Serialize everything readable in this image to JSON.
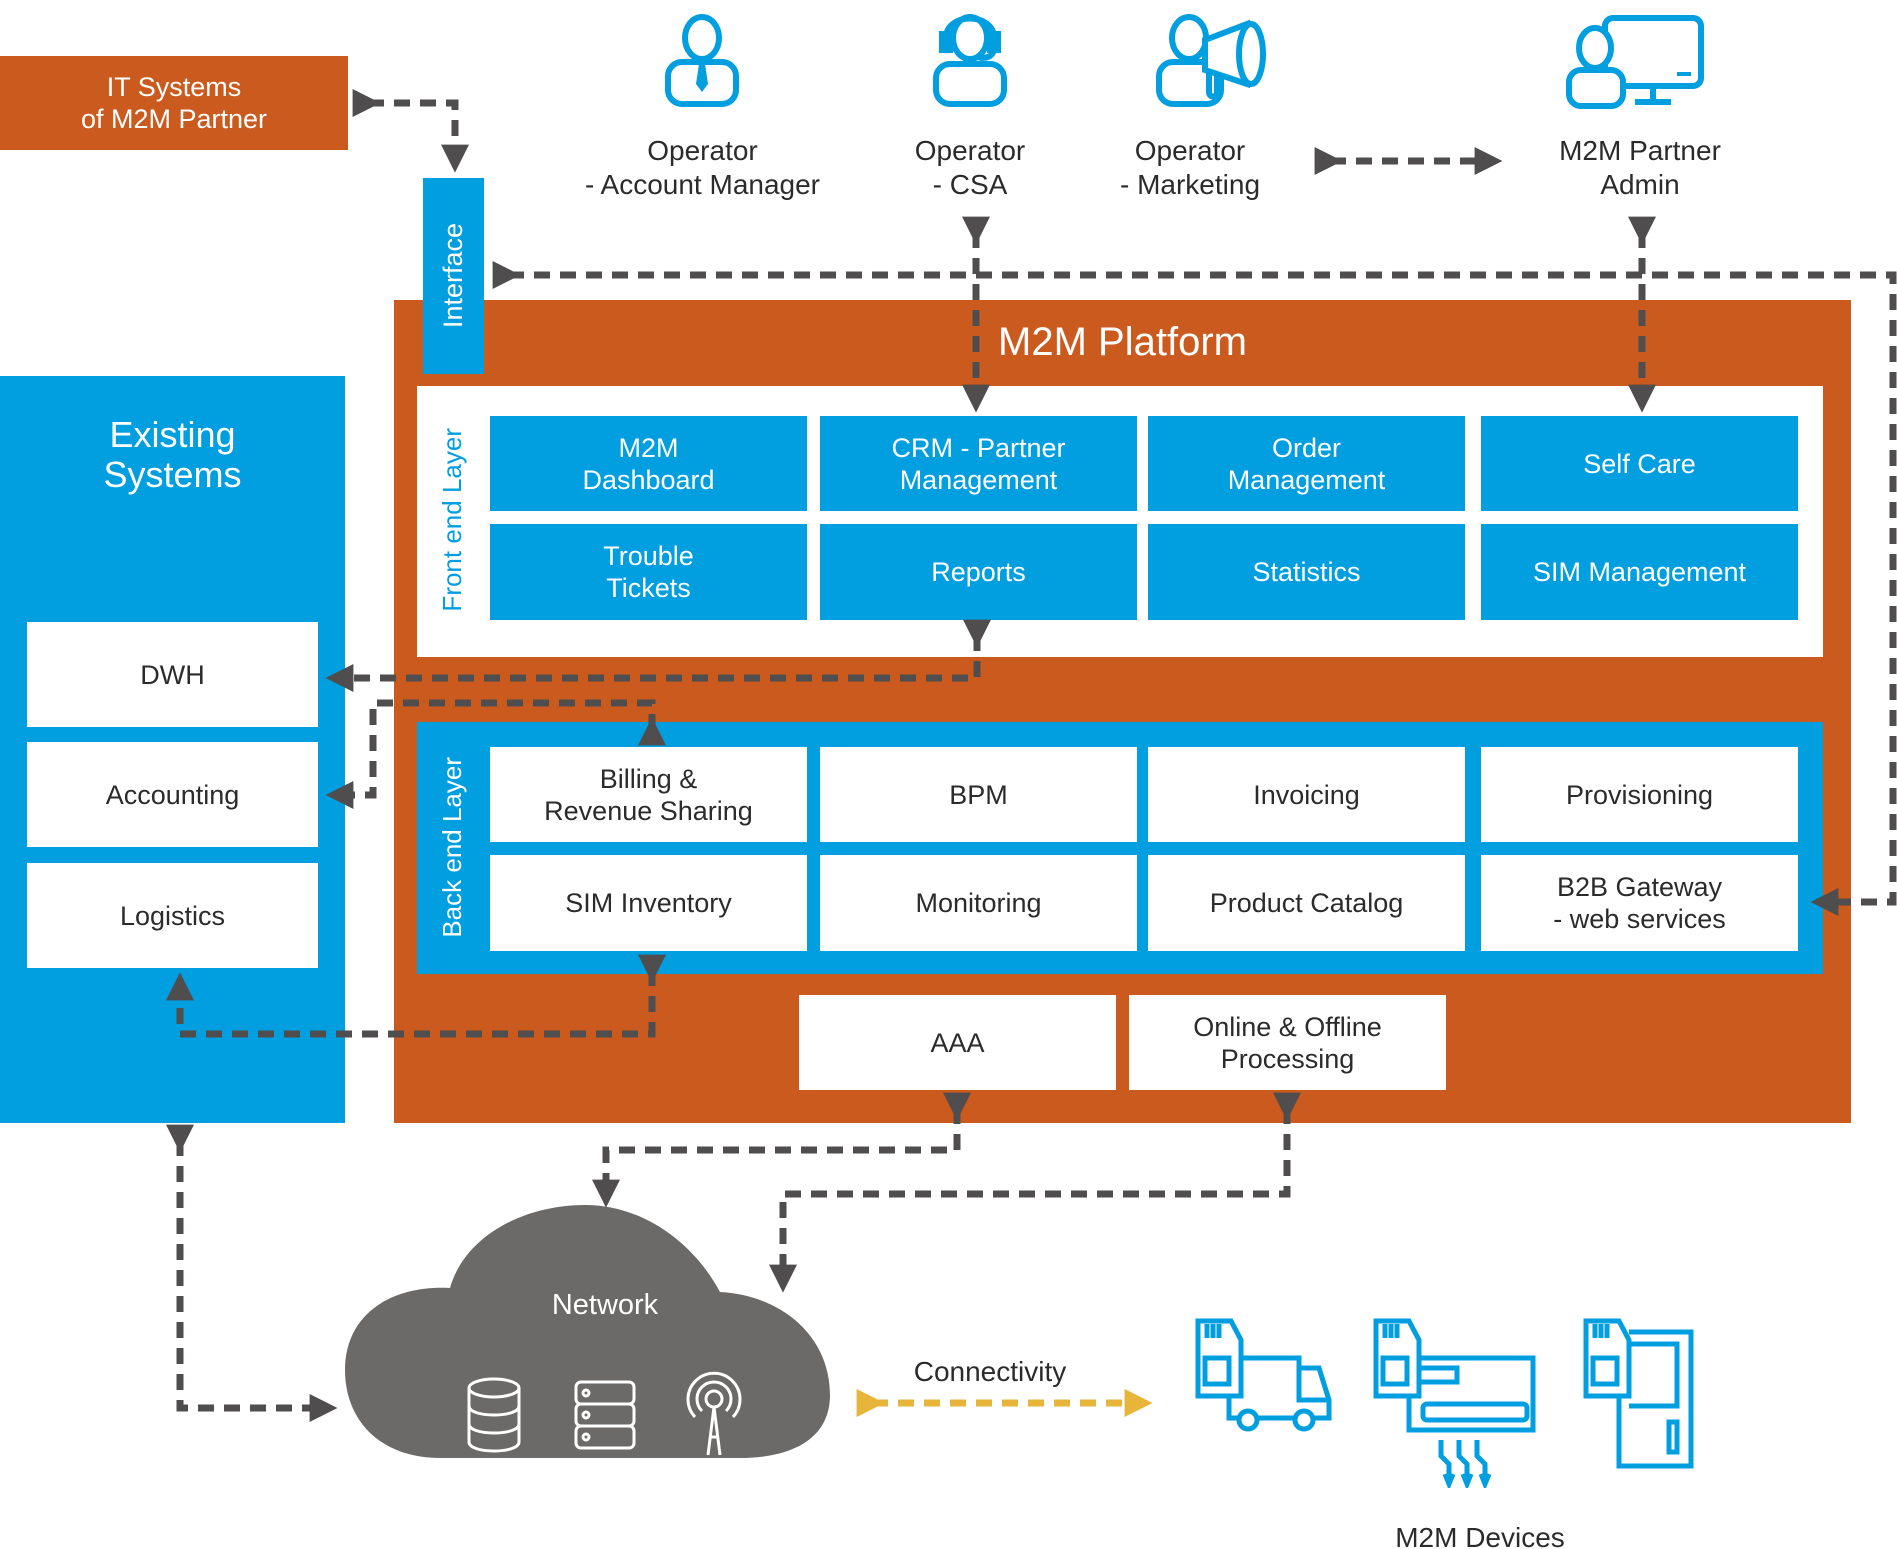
{
  "colors": {
    "orange": "#cb5a1e",
    "blue": "#019ee0",
    "arrow_gray": "#4f4d4d",
    "connectivity_yellow": "#e6b53a",
    "cloud_gray": "#6b6a68"
  },
  "it_systems": {
    "label": "IT Systems\nof M2M Partner"
  },
  "interface": {
    "label": "Interface"
  },
  "actors": [
    {
      "icon": "account-manager-icon",
      "label": "Operator\n- Account Manager"
    },
    {
      "icon": "headset-agent-icon",
      "label": "Operator\n- CSA"
    },
    {
      "icon": "megaphone-user-icon",
      "label": "Operator\n- Marketing"
    },
    {
      "icon": "user-computer-icon",
      "label": "M2M Partner\nAdmin"
    }
  ],
  "platform": {
    "title": "M2M Platform",
    "front_end": {
      "label": "Front end Layer",
      "modules": [
        "M2M\nDashboard",
        "CRM - Partner\nManagement",
        "Order\nManagement",
        "Self Care",
        "Trouble\nTickets",
        "Reports",
        "Statistics",
        "SIM Management"
      ]
    },
    "back_end": {
      "label": "Back end Layer",
      "modules": [
        "Billing &\nRevenue Sharing",
        "BPM",
        "Invoicing",
        "Provisioning",
        "SIM Inventory",
        "Monitoring",
        "Product Catalog",
        "B2B Gateway\n- web services"
      ]
    },
    "core": [
      "AAA",
      "Online & Offline\nProcessing"
    ]
  },
  "existing_systems": {
    "title": "Existing\nSystems",
    "items": [
      "DWH",
      "Accounting",
      "Logistics"
    ]
  },
  "network": {
    "label": "Network",
    "icons": [
      "database-icon",
      "server-icon",
      "antenna-tower-icon"
    ]
  },
  "connectivity": {
    "label": "Connectivity"
  },
  "devices": {
    "label": "M2M Devices",
    "icons": [
      "sim-truck-icon",
      "sim-air-conditioner-icon",
      "sim-meter-icon"
    ]
  }
}
